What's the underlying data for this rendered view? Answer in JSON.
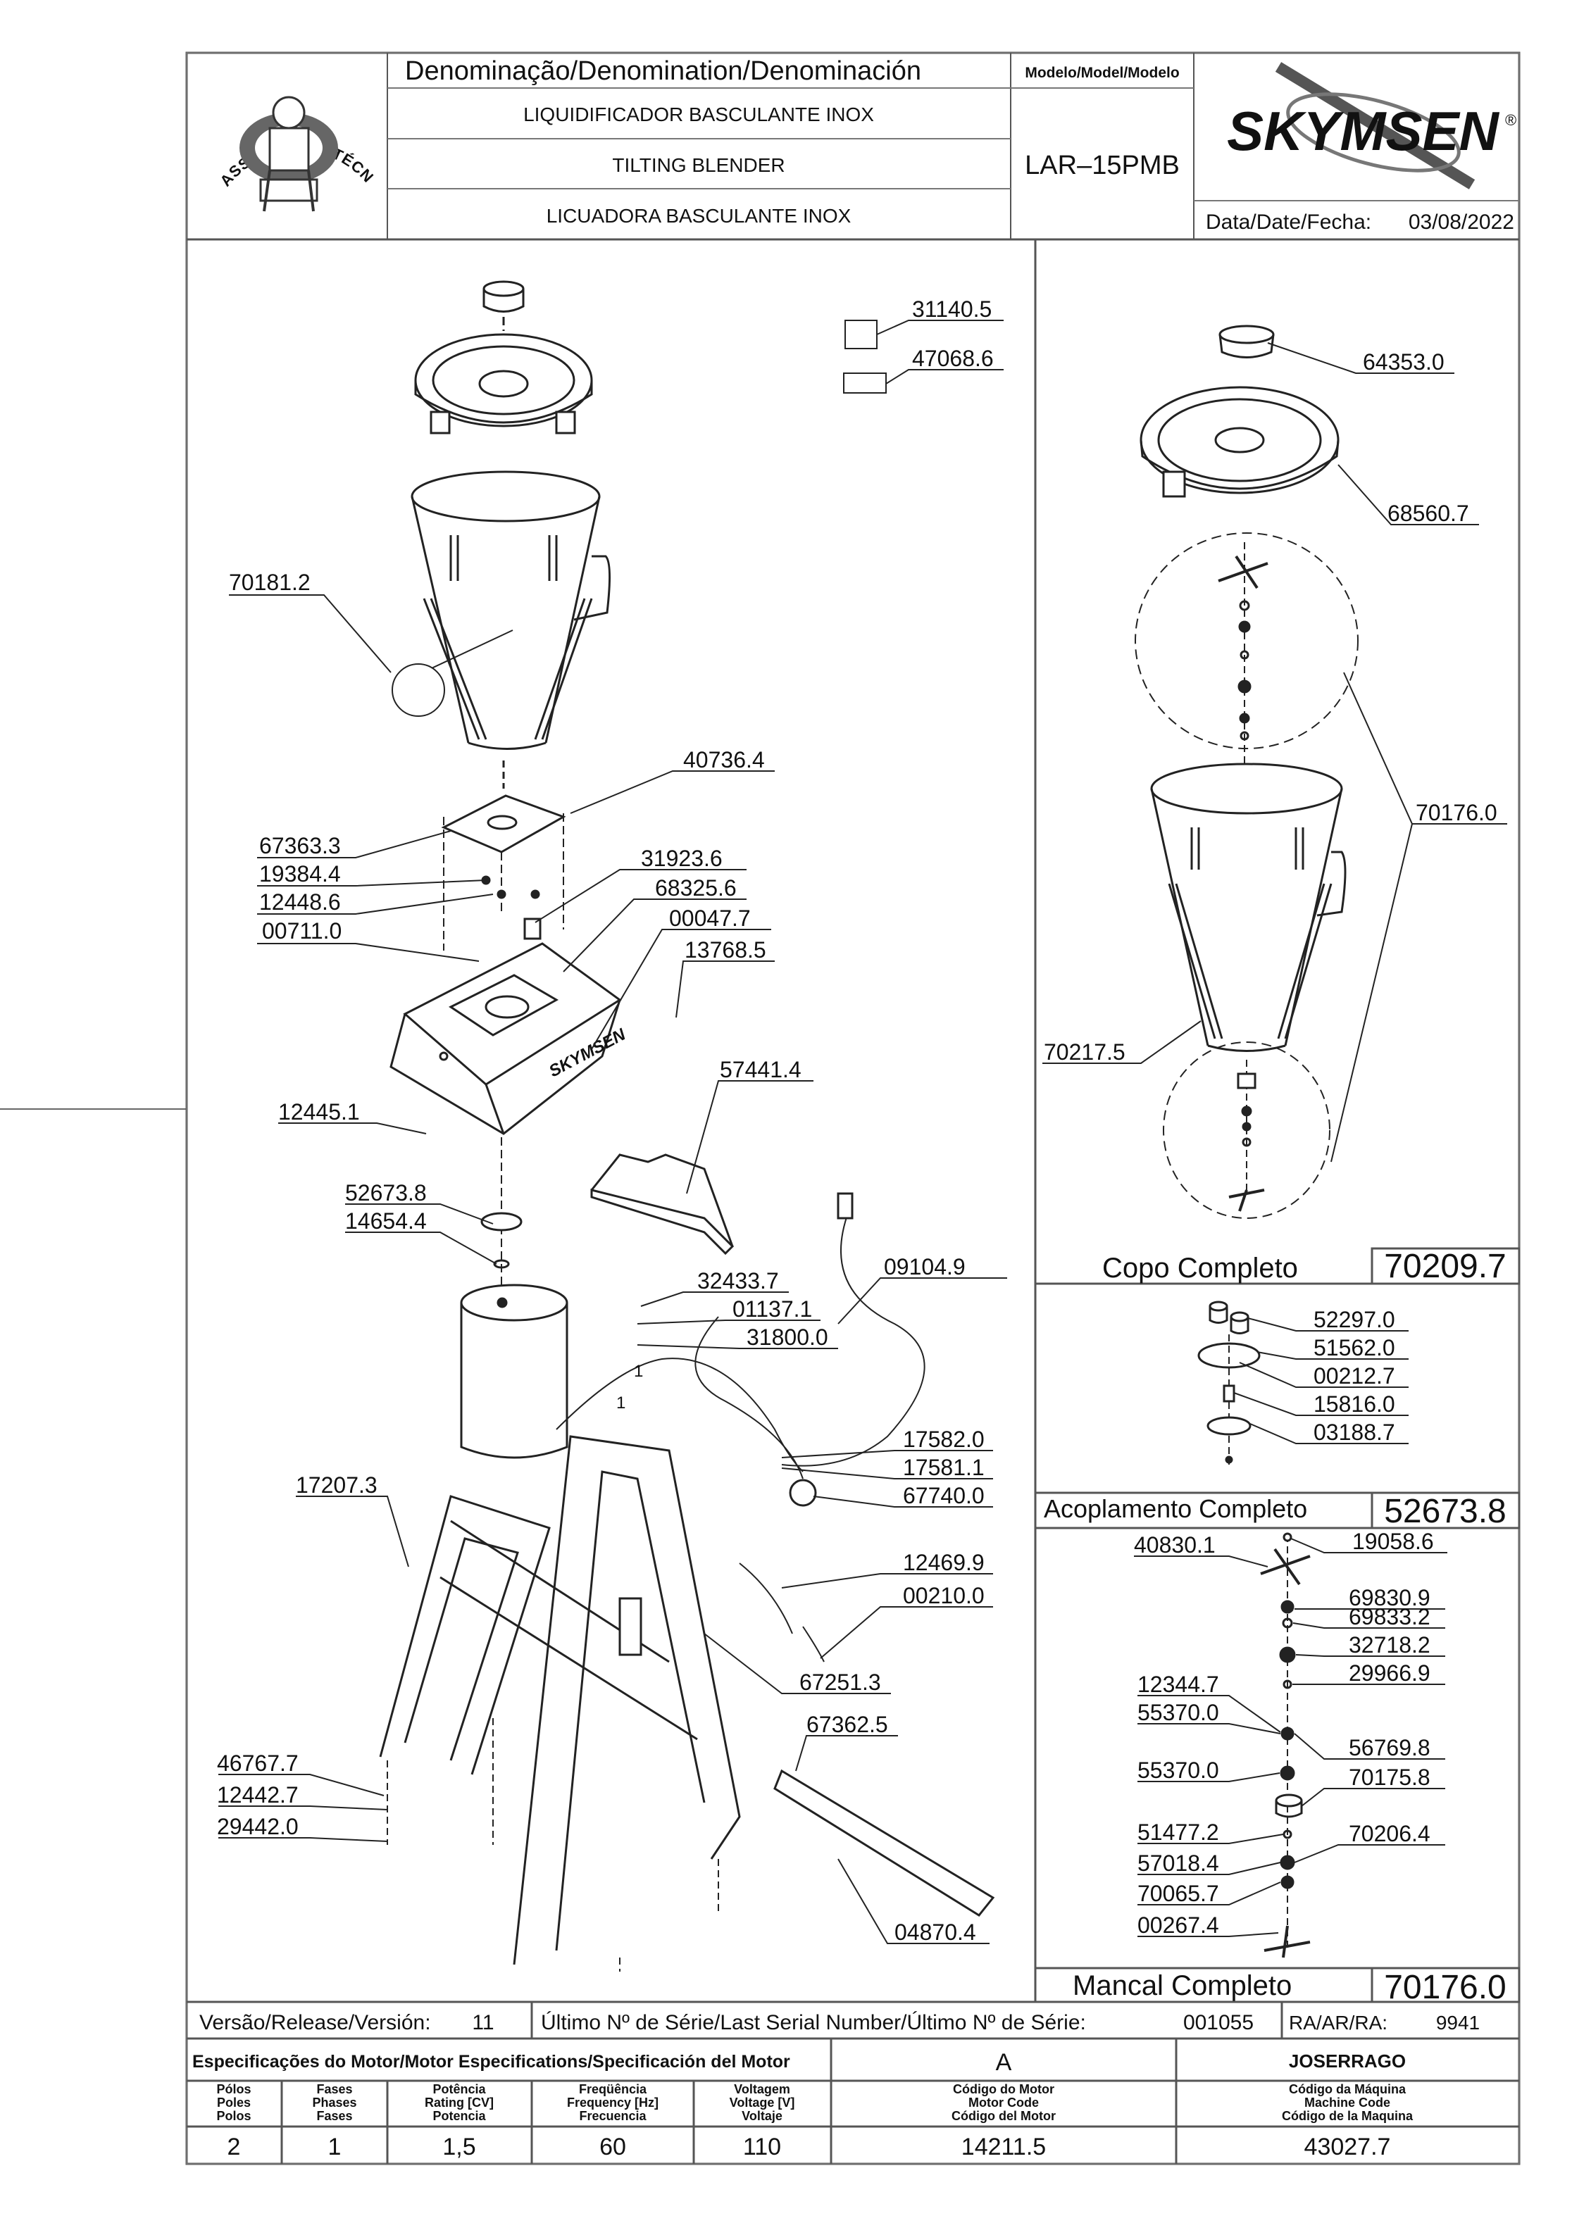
{
  "header": {
    "badge_text": "ASSISTÊNCIA TÉCNICA AUTORIZADA",
    "denomination_label": "Denominação/Denomination/Denominación",
    "names": [
      "LIQUIDIFICADOR  BASCULANTE  INOX",
      "TILTING  BLENDER",
      "LICUADORA  BASCULANTE  INOX"
    ],
    "model_label": "Modelo/Model/Modelo",
    "model_value": "LAR–15PMB",
    "brand": "SKYMSEN",
    "brand_mark": "®",
    "date_label": "Data/Date/Fecha:",
    "date_value": "03/08/2022"
  },
  "main_drawing": {
    "base_logo": "SKYMSEN",
    "wire_marks": [
      "1",
      "1"
    ],
    "part_numbers": [
      "31140.5",
      "47068.6",
      "70181.2",
      "40736.4",
      "67363.3",
      "19384.4",
      "12448.6",
      "31923.6",
      "68325.6",
      "00711.0",
      "00047.7",
      "13768.5",
      "57441.4",
      "12445.1",
      "52673.8",
      "14654.4",
      "09104.9",
      "32433.7",
      "01137.1",
      "31800.0",
      "17582.0",
      "17581.1",
      "67740.0",
      "17207.3",
      "12469.9",
      "00210.0",
      "67251.3",
      "67362.5",
      "46767.7",
      "12442.7",
      "29442.0",
      "04870.4"
    ]
  },
  "copo_panel": {
    "part_numbers": [
      "64353.0",
      "68560.7",
      "70176.0",
      "70217.5"
    ],
    "title": "Copo  Completo",
    "code": "70209.7"
  },
  "acoplamento_panel": {
    "part_numbers": [
      "52297.0",
      "51562.0",
      "00212.7",
      "15816.0",
      "03188.7"
    ],
    "title": "Acoplamento  Completo",
    "code": "52673.8"
  },
  "mancal_panel": {
    "part_numbers": [
      "40830.1",
      "19058.6",
      "69830.9",
      "69833.2",
      "32718.2",
      "29966.9",
      "12344.7",
      "55370.0",
      "56769.8",
      "55370.0",
      "70175.8",
      "51477.2",
      "70206.4",
      "57018.4",
      "70065.7",
      "00267.4"
    ],
    "title": "Mancal  Completo",
    "code": "70176.0"
  },
  "footer": {
    "version_label": "Versão/Release/Versión:",
    "version_value": "11",
    "serial_label": "Último  Nº  de  Série/Last  Serial  Number/Último  Nº  de  Série:",
    "serial_value": "001055",
    "ra_label": "RA/AR/RA:",
    "ra_value": "9941",
    "spec_label": "Especificações do Motor/Motor Especifications/Specificación del Motor",
    "spec_letter": "A",
    "spec_person": "JOSERRAGO",
    "headers": [
      [
        "Pólos",
        "Poles",
        "Polos"
      ],
      [
        "Fases",
        "Phases",
        "Fases"
      ],
      [
        "Potência",
        "Rating [CV]",
        "Potencia"
      ],
      [
        "Freqüência",
        "Frequency [Hz]",
        "Frecuencia"
      ],
      [
        "Voltagem",
        "Voltage [V]",
        "Voltaje"
      ],
      [
        "Código do Motor",
        "Motor Code",
        "Código del Motor"
      ],
      [
        "Código da Máquina",
        "Machine Code",
        "Código de la Maquina"
      ]
    ],
    "values": [
      "2",
      "1",
      "1,5",
      "60",
      "110",
      "14211.5",
      "43027.7"
    ]
  }
}
